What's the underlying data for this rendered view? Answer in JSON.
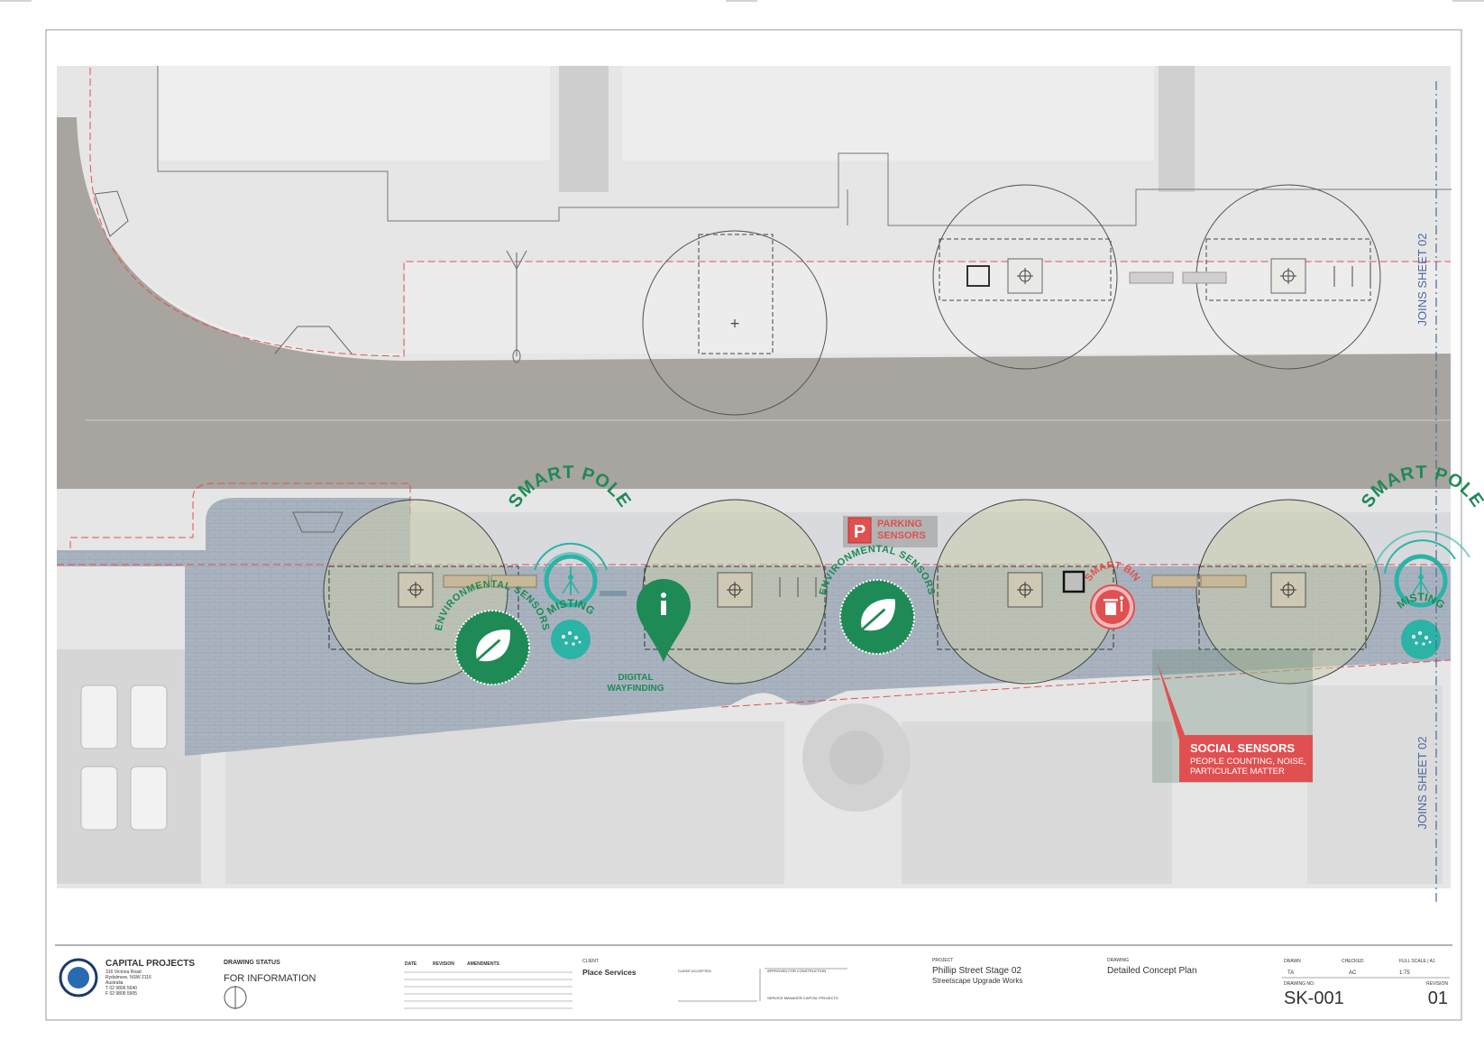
{
  "colors": {
    "green": "#1e8a55",
    "teal": "#2bb3a6",
    "red": "#e05050",
    "road": "#a8a4a0",
    "paving": "#aab4c0",
    "background": "#e6e6e6"
  },
  "plan": {
    "labels": {
      "smart_pole": "SMART POLE",
      "environmental_sensors": "ENVIRONMENTAL SENSORS",
      "misting": "MISTING",
      "digital_wayfinding_1": "DIGITAL",
      "digital_wayfinding_2": "WAYFINDING",
      "parking_icon": "P",
      "parking_1": "PARKING",
      "parking_2": "SENSORS",
      "smart_bin": "SMART BIN",
      "social_title": "SOCIAL SENSORS",
      "social_line1": "PEOPLE COUNTING, NOISE,",
      "social_line2": "PARTICULATE MATTER",
      "joins_sheet": "JOINS SHEET 02"
    },
    "icons": {
      "leaf": "leaf-icon",
      "info": "info-icon",
      "bin": "trash-bin-icon",
      "pole": "smart-pole-icon",
      "mist": "mist-icon",
      "parking": "parking-icon"
    }
  },
  "title_block": {
    "org": {
      "name": "CAPITAL PROJECTS",
      "address1": "316 Victoria Road",
      "address2": "Rydalmere, NSW 2116",
      "address3": "Australia",
      "phone": "T 02 9806 5640",
      "fax": "F 02 9806 5905"
    },
    "drawing_status_label": "DRAWING STATUS",
    "drawing_status": "FOR INFORMATION",
    "rev_headers": [
      "DATE",
      "REVISION",
      "AMENDMENTS"
    ],
    "client_label": "CLIENT",
    "client": "Place Services",
    "client_accepted": "CLIENT ACCEPTED",
    "approved": "APPROVED FOR CONSTRUCTION",
    "service_manager": "SERVICE MANAGER CAPITAL PROJECTS",
    "project_label": "PROJECT",
    "project1": "Phillip Street Stage 02",
    "project2": "Streetscape Upgrade Works",
    "drawing_label": "DRAWING",
    "drawing": "Detailed Concept Plan",
    "drawn_label": "DRAWN",
    "drawn": "TA",
    "checked_label": "CHECKED",
    "checked": "AC",
    "scale_label": "FULL SCALE | A1",
    "scale": "1:75",
    "drawing_no_label": "DRAWING NO.",
    "drawing_no": "SK-001",
    "revision_label": "REVISION",
    "revision": "01"
  }
}
